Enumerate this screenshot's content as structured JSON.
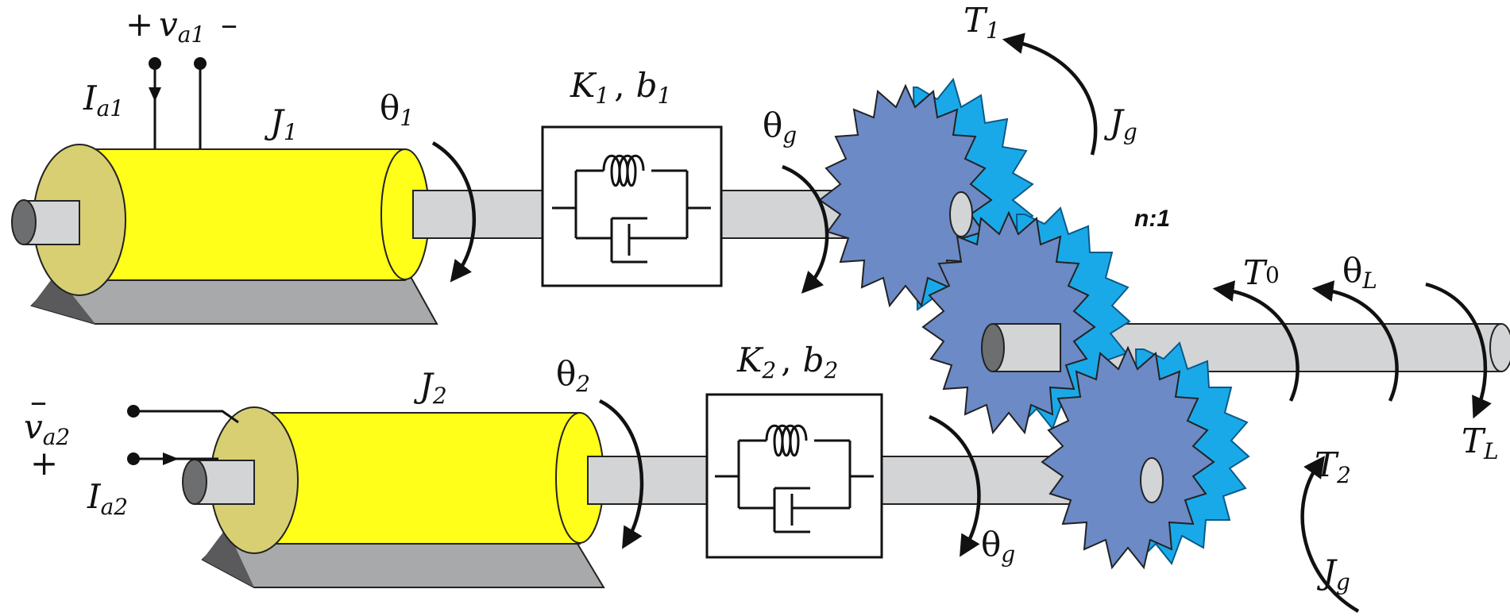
{
  "labels": {
    "va1_plus": "+",
    "va1_name": "v",
    "va1_sub": "a1",
    "va1_minus": "–",
    "ia1_name": "I",
    "ia1_sub": "a1",
    "j1_name": "J",
    "j1_sub": "1",
    "theta1_name": "θ",
    "theta1_sub": "1",
    "k1_name": "K",
    "k1_sub": "1",
    "k1_comma": ",",
    "b1_name": "b",
    "b1_sub": "1",
    "thetag_top_name": "θ",
    "thetag_top_sub": "g",
    "t1_name": "T",
    "t1_sub": "1",
    "jg_top_name": "J",
    "jg_top_sub": "g",
    "ratio": "n:1",
    "t0_name": "T",
    "t0_sub": "0",
    "thetaL_name": "θ",
    "thetaL_sub": "L",
    "tL_name": "T",
    "tL_sub": "L",
    "va2_minus": "–",
    "va2_name": "v",
    "va2_sub": "a2",
    "va2_plus": "+",
    "ia2_name": "I",
    "ia2_sub": "a2",
    "j2_name": "J",
    "j2_sub": "2",
    "theta2_name": "θ",
    "theta2_sub": "2",
    "k2_name": "K",
    "k2_sub": "2",
    "k2_comma": ",",
    "b2_name": "b",
    "b2_sub": "2",
    "thetag_bot_name": "θ",
    "thetag_bot_sub": "g",
    "t2_name": "T",
    "t2_sub": "2",
    "jg_bot_name": "J",
    "jg_bot_sub": "g"
  },
  "colors": {
    "motor_body": "#ffff1a",
    "motor_face": "#d8cf73",
    "shaft": "#d3d4d6",
    "base": "#a8a9ab",
    "gear_face": "#6b8ac6",
    "gear_teeth": "#1aa9e8"
  }
}
